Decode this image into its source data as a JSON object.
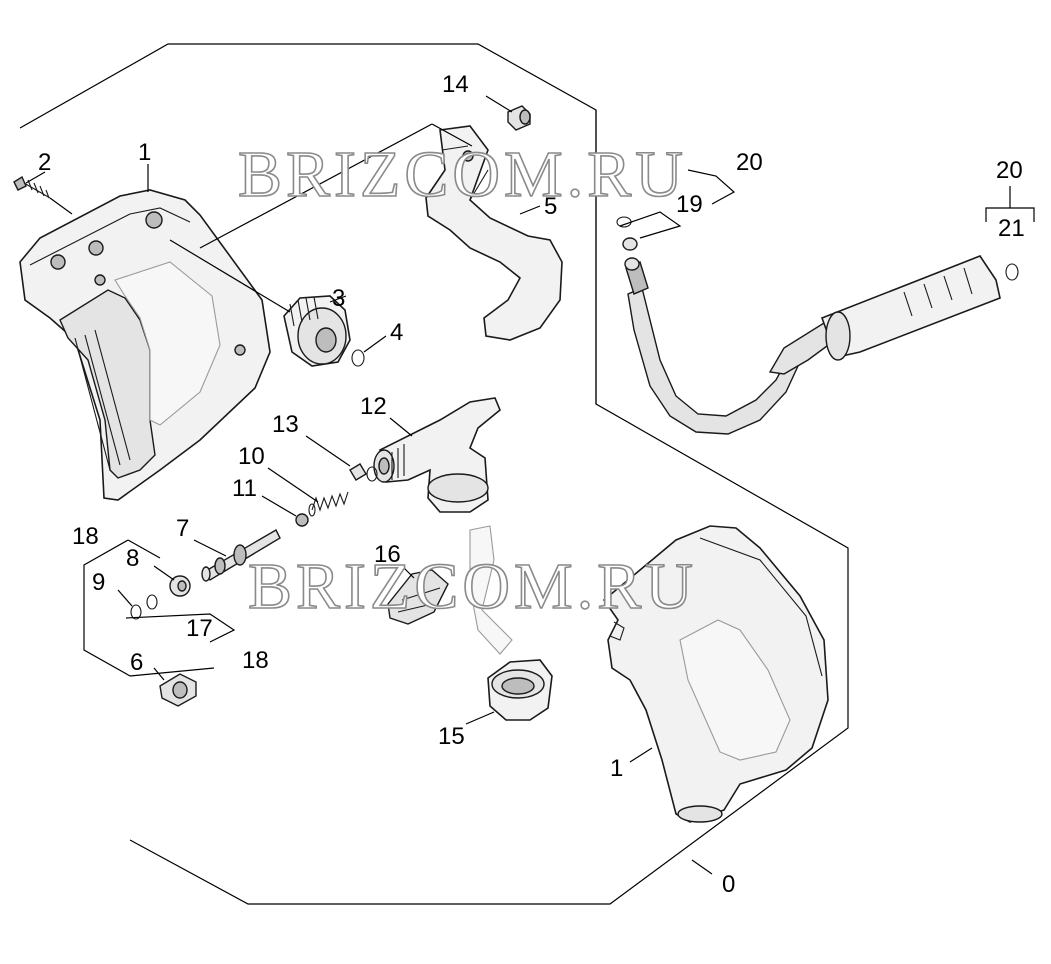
{
  "watermarks": [
    "BRIZCOM.RU",
    "BRIZCOM.RU"
  ],
  "labels": {
    "p0": "0",
    "p1a": "1",
    "p1b": "1",
    "p2": "2",
    "p3": "3",
    "p4": "4",
    "p5": "5",
    "p6": "6",
    "p7": "7",
    "p8": "8",
    "p9": "9",
    "p10": "10",
    "p11": "11",
    "p12": "12",
    "p13": "13",
    "p14": "14",
    "p15": "15",
    "p16": "16",
    "p17": "17",
    "p18a": "18",
    "p18b": "18",
    "p19": "19",
    "p20a": "20",
    "p20b": "20",
    "p21": "21"
  },
  "colors": {
    "line": "#000000",
    "part_fill": "#f2f2f2",
    "watermark_stroke": "#8a8a8a"
  }
}
